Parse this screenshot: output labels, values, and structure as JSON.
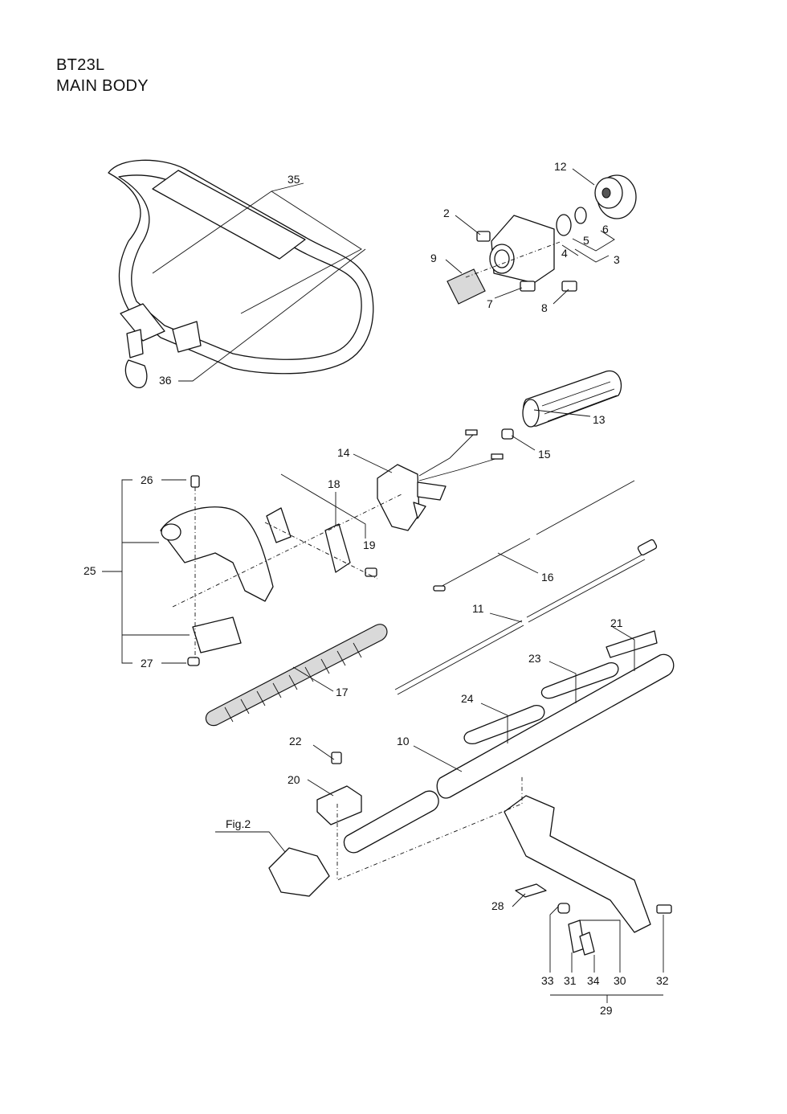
{
  "header": {
    "model": "BT23L",
    "section": "MAIN BODY"
  },
  "callouts": {
    "c2": "2",
    "c3": "3",
    "c4": "4",
    "c5": "5",
    "c6": "6",
    "c7": "7",
    "c8": "8",
    "c9": "9",
    "c10": "10",
    "c11": "11",
    "c12": "12",
    "c13": "13",
    "c14": "14",
    "c15": "15",
    "c16": "16",
    "c17": "17",
    "c18": "18",
    "c19": "19",
    "c20": "20",
    "c21": "21",
    "c22": "22",
    "c23": "23",
    "c24": "24",
    "c25": "25",
    "c26": "26",
    "c27": "27",
    "c28": "28",
    "c29": "29",
    "c30": "30",
    "c31": "31",
    "c32": "32",
    "c33": "33",
    "c34": "34",
    "c35": "35",
    "c36": "36",
    "fig2": "Fig.2"
  }
}
